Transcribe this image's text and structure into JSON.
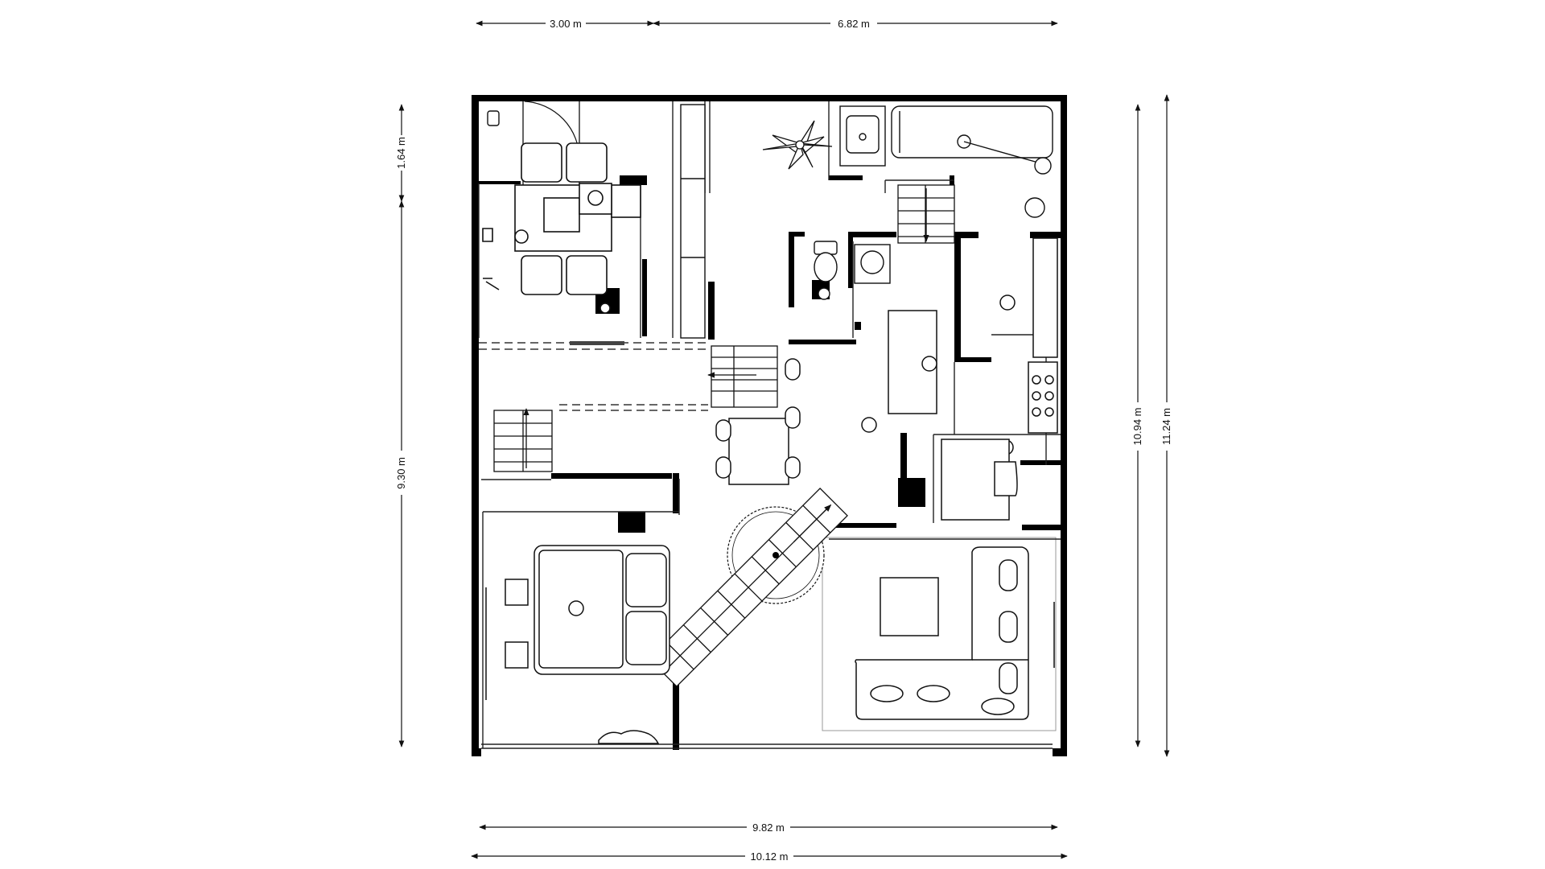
{
  "dimensions": {
    "top_left": "3.00 m",
    "top_right": "6.82 m",
    "bottom_inner": "9.82 m",
    "bottom_outer": "10.12 m",
    "left_upper": "1.64 m",
    "left_lower": "9.30 m",
    "right_inner": "10.94 m",
    "right_outer": "11.24 m"
  },
  "colors": {
    "wall": "#000000",
    "line": "#111111",
    "background": "#ffffff"
  }
}
